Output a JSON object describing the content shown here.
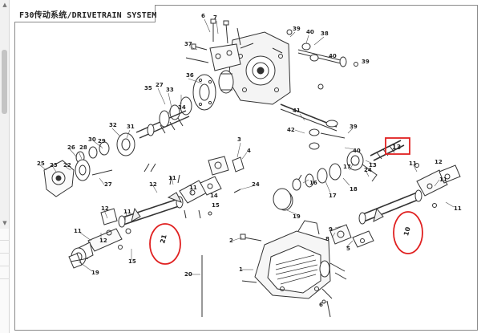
{
  "title": "F30传动系统/DRIVETRAIN SYSTEM",
  "colors": {
    "highlight": "#e02020",
    "line": "#333333",
    "frame": "#8a8a8a"
  },
  "highlights": [
    {
      "id": "13",
      "label": "13",
      "shape": "rectangle"
    },
    {
      "id": "21",
      "label": "21",
      "shape": "ellipse"
    },
    {
      "id": "10",
      "label": "10",
      "shape": "ellipse"
    }
  ],
  "callouts": [
    "6",
    "7",
    "39",
    "40",
    "38",
    "37",
    "36",
    "35",
    "27",
    "33",
    "34",
    "39",
    "40",
    "41",
    "42",
    "32",
    "31",
    "30",
    "29",
    "28",
    "26",
    "25",
    "23",
    "22",
    "24",
    "27",
    "3",
    "4",
    "16",
    "17",
    "18",
    "19",
    "11",
    "12",
    "11",
    "14",
    "15",
    "12",
    "24",
    "11",
    "12",
    "11",
    "2",
    "1",
    "20",
    "19",
    "9",
    "8",
    "5",
    "6",
    "39"
  ]
}
